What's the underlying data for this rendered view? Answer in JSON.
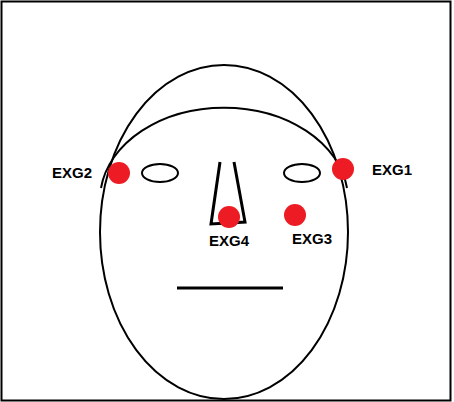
{
  "diagram": {
    "labels": [
      "EXG2",
      "EXG1",
      "EXG4",
      "EXG3"
    ]
  }
}
